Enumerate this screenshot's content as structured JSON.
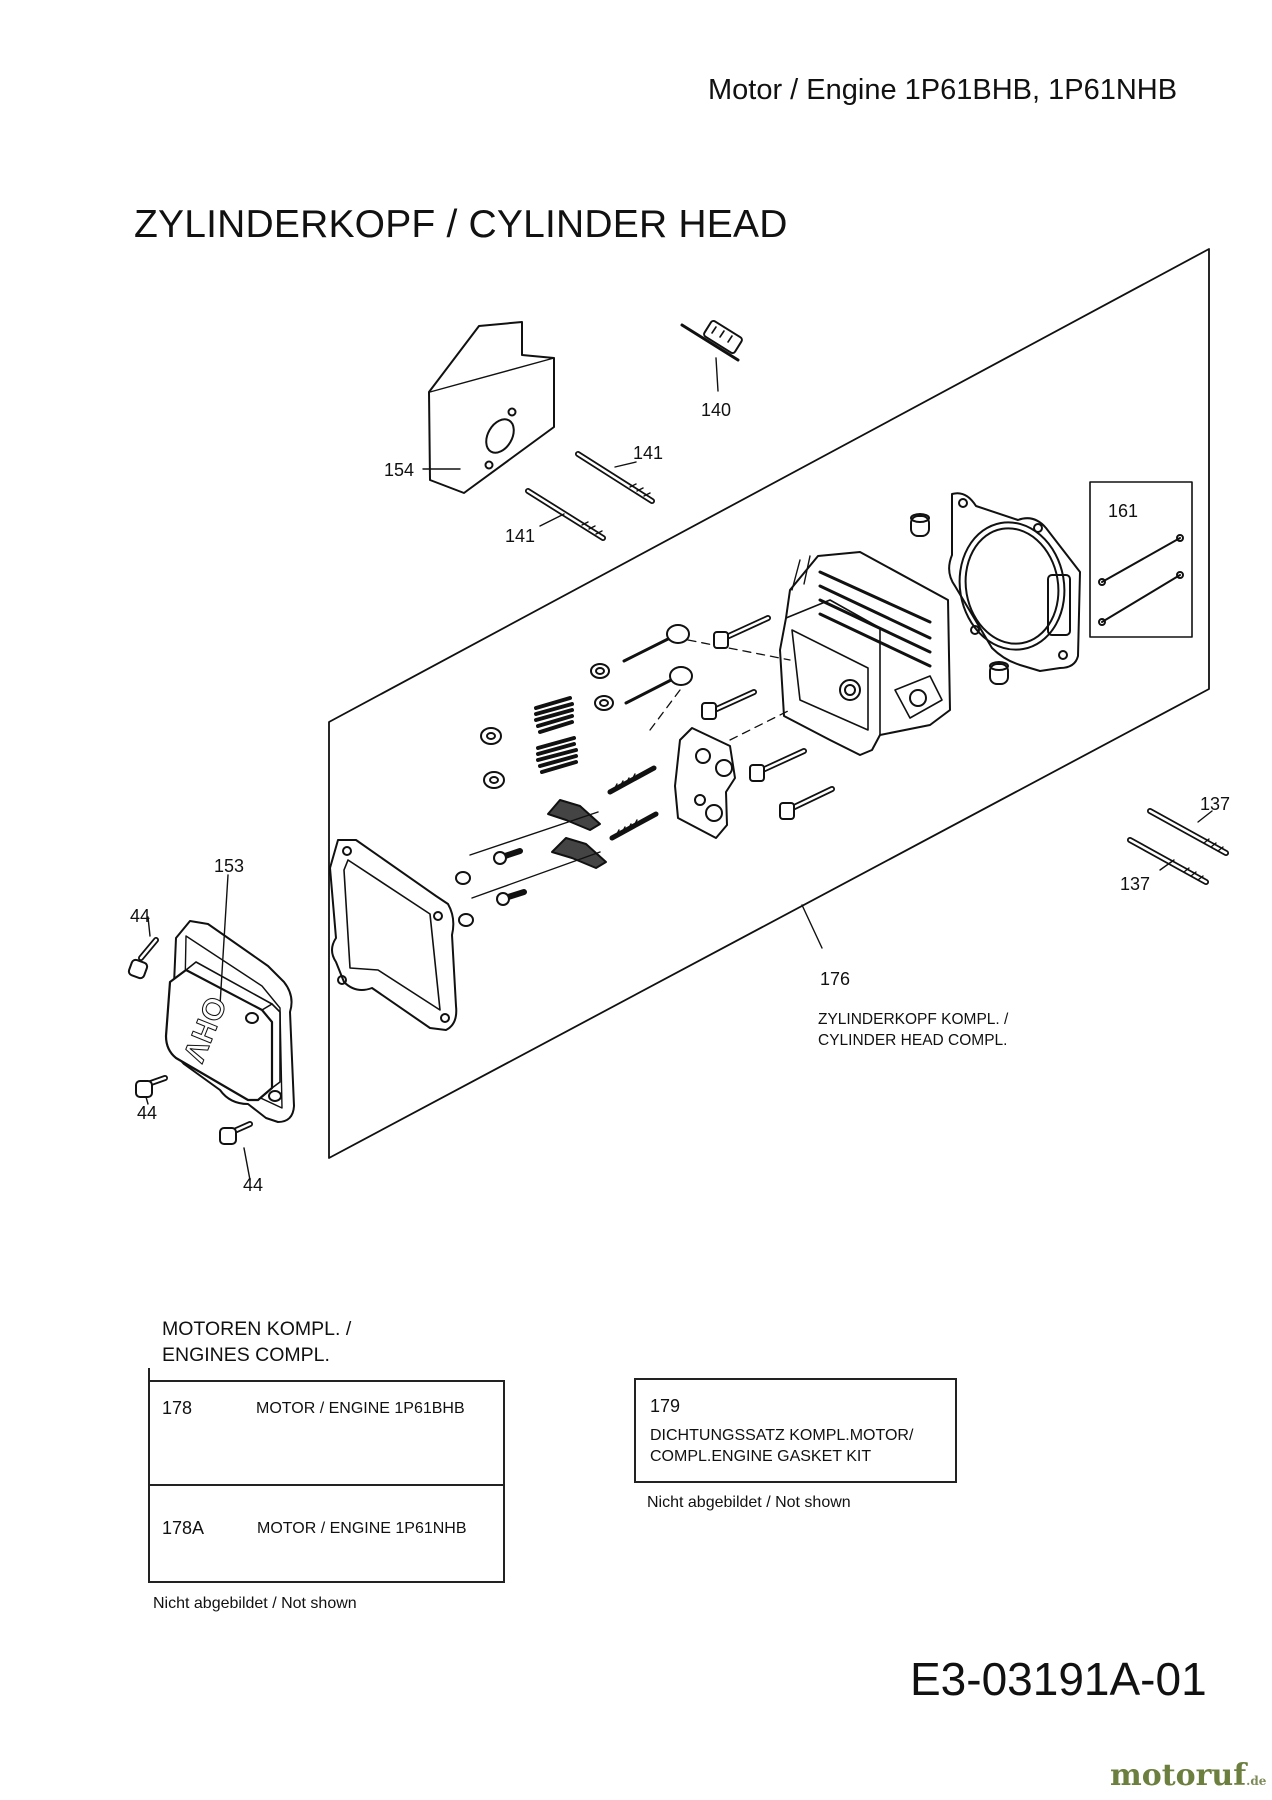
{
  "header": {
    "engine": "Motor / Engine 1P61BHB, 1P61NHB"
  },
  "section_title": "ZYLINDERKOPF / CYLINDER HEAD",
  "callouts": {
    "c140": "140",
    "c141a": "141",
    "c141b": "141",
    "c154": "154",
    "c161": "161",
    "c137a": "137",
    "c137b": "137",
    "c153": "153",
    "c44a": "44",
    "c44b": "44",
    "c44c": "44",
    "c176": "176"
  },
  "assembly_176": {
    "line1": "ZYLINDERKOPF KOMPL. /",
    "line2": "CYLINDER HEAD COMPL."
  },
  "cover_mark": "OHV",
  "engines": {
    "heading_line1": "MOTOREN KOMPL.  /",
    "heading_line2": "ENGINES COMPL.",
    "rows": [
      {
        "num": "178",
        "desc": "MOTOR / ENGINE 1P61BHB"
      },
      {
        "num": "178A",
        "desc": "MOTOR / ENGINE 1P61NHB"
      }
    ],
    "note": "Nicht abgebildet / Not shown"
  },
  "gasket_kit": {
    "num": "179",
    "line1": "DICHTUNGSSATZ KOMPL.MOTOR/",
    "line2": "COMPL.ENGINE GASKET KIT",
    "note": "Nicht abgebildet / Not shown"
  },
  "doc_code": "E3-03191A-01",
  "brand": {
    "name": "motoruf",
    "tld": ".de"
  }
}
